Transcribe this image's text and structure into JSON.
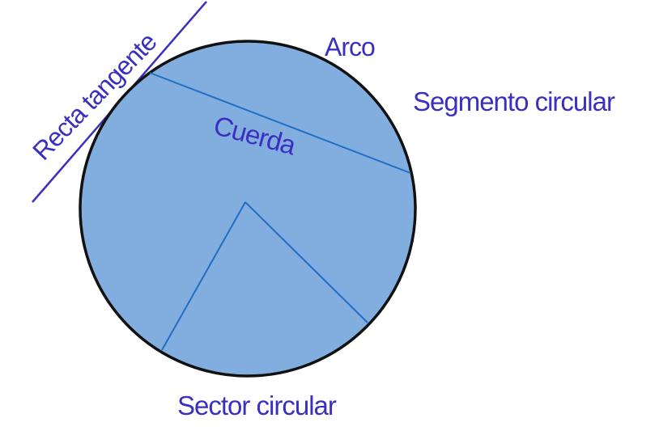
{
  "labels": {
    "tangent": "Recta tangente",
    "arc": "Arco",
    "segment": "Segmento circular",
    "chord": "Cuerda",
    "sector": "Sector circular"
  },
  "colors": {
    "fill": "#82addf",
    "outline": "#111111",
    "lines": "#1f6fc4",
    "tangent_line": "#3b2fc0",
    "text": "#3b2fc0"
  }
}
